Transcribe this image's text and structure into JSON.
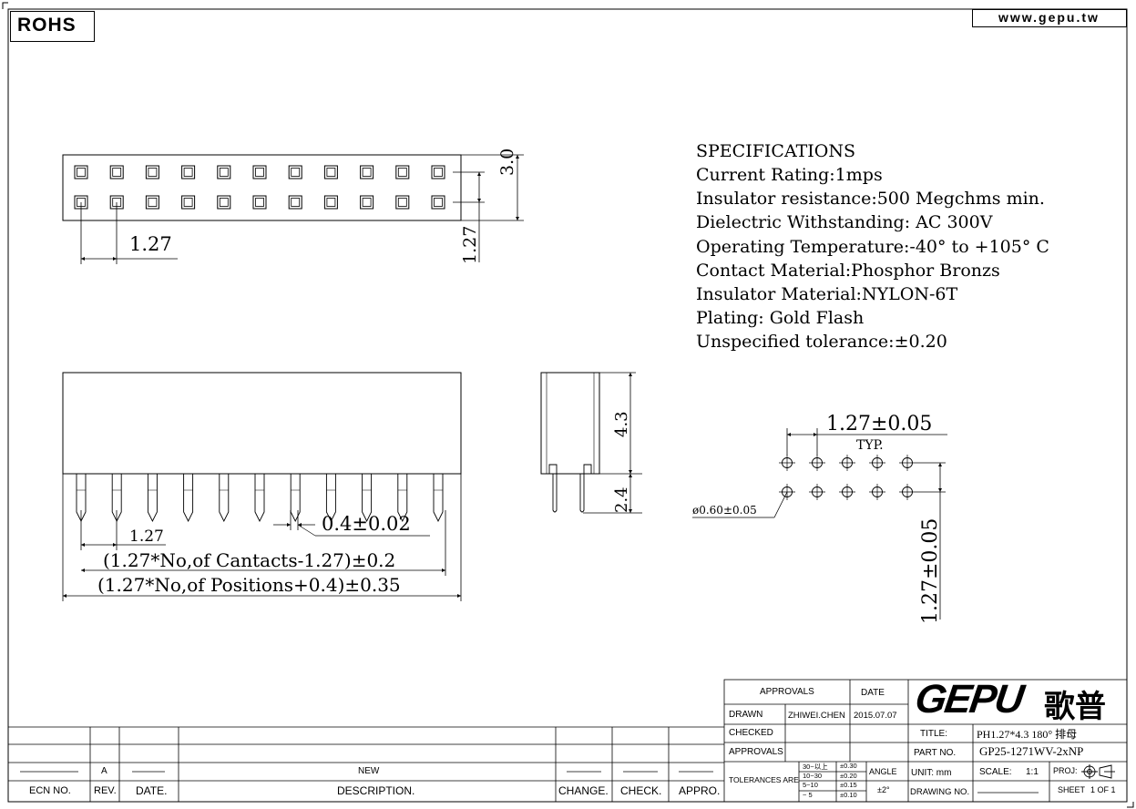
{
  "header": {
    "rohs_label": "ROHS",
    "website": "www.gepu.tw"
  },
  "specifications": {
    "heading": "SPECIFICATIONS",
    "lines": [
      "Current Rating:1mps",
      "Insulator resistance:500 Megchms min.",
      "Dielectric Withstanding: AC 300V",
      "Operating Temperature:-40°  to +105° C",
      "Contact Material:Phosphor Bronzs",
      "Insulator Material:NYLON-6T",
      "Plating:  Gold Flash",
      "Unspecified tolerance:±0.20"
    ]
  },
  "dimensions": {
    "top_pitch": "1.27",
    "top_height": "3.0",
    "top_row_pitch": "1.27",
    "front_pitch": "1.27",
    "pin_width": "0.4±0.02",
    "contacts_length": "(1.27*No,of Cantacts-1.27)±0.2",
    "positions_length": "(1.27*No,of Positions+0.4)±0.35",
    "side_body_height": "4.3",
    "side_pin_length": "2.4",
    "pcb_pitch_x": "1.27±0.05",
    "pcb_typ": "TYP.",
    "pcb_pitch_y": "1.27±0.05",
    "hole_dia": "ø0.60±0.05"
  },
  "title_block": {
    "approvals_header": "APPROVALS",
    "date_header": "DATE",
    "drawn_label": "DRAWN",
    "drawn_by": "ZHIWEI.CHEN",
    "drawn_date": "2015.07.07",
    "checked_label": "CHECKED",
    "approvals_label": "APPROVALS",
    "tolerances_label": "TOLERANCES ARE",
    "tol_ranges": [
      "30~以上",
      "10~30",
      "5~10",
      "~ 5"
    ],
    "tol_values": [
      "±0.30",
      "±0.20",
      "±0.15",
      "±0.10"
    ],
    "angle_label": "ANGLE",
    "angle_value": "±2°",
    "logo_text": "GEPU",
    "logo_cn": "歌普",
    "title_label": "TITLE:",
    "title_value": "PH1.27*4.3 180° 排母",
    "part_label": "PART NO.",
    "part_value": "GP25-1271WV-2xNP",
    "unit_label": "UNIT: mm",
    "scale_label": "SCALE:",
    "scale_value": "1:1",
    "proj_label": "PROJ:",
    "drawing_label": "DRAWING NO.",
    "sheet_label": "SHEET",
    "sheet_value": "1 OF 1"
  },
  "revision_table": {
    "row_rev": "A",
    "row_description": "NEW",
    "headers": [
      "ECN NO.",
      "REV.",
      "DATE.",
      "DESCRIPTION.",
      "CHANGE.",
      "CHECK.",
      "APPRO."
    ]
  }
}
